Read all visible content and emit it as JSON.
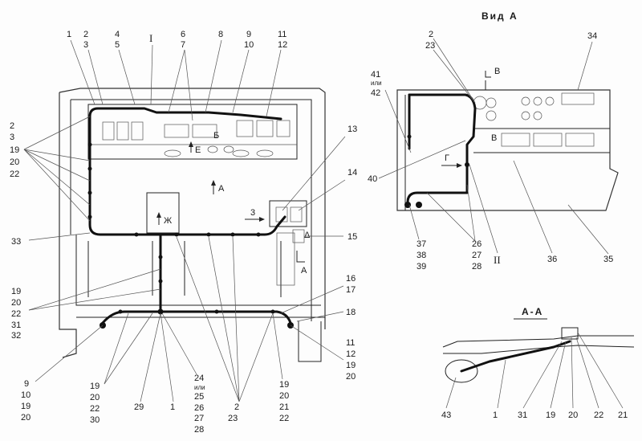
{
  "view_a": {
    "title": "Вид А"
  },
  "section_aa": {
    "title": "А-А"
  },
  "arrows": {
    "a_main": "А",
    "b": "Б",
    "e": "Е",
    "zh": "Ж",
    "three": "3",
    "delta": "Δ",
    "a_cut": "А",
    "v": "В",
    "v2": "В",
    "g": "Г"
  },
  "roman": {
    "one_top": "I",
    "two_view": "II"
  },
  "callouts": {
    "c1": "1",
    "c2_3": [
      "2",
      "3"
    ],
    "c4_5": [
      "4",
      "5"
    ],
    "c6_7": [
      "6",
      "7"
    ],
    "c8": "8",
    "c9_10": [
      "9",
      "10"
    ],
    "c11_12": [
      "11",
      "12"
    ],
    "left_stack": [
      "2",
      "3",
      "19",
      "20",
      "22"
    ],
    "c33": "33",
    "left_low": [
      "19",
      "20",
      "22",
      "31",
      "32"
    ],
    "bl": [
      "9",
      "10",
      "19",
      "20"
    ],
    "b_19_30": [
      "19",
      "20",
      "22",
      "30"
    ],
    "c29": "29",
    "c1b": "1",
    "b_24": [
      "24",
      "или",
      "25",
      "26",
      "27",
      "28"
    ],
    "b_2_23": [
      "2",
      "23"
    ],
    "b_19_22": [
      "19",
      "20",
      "21",
      "22"
    ],
    "c13": "13",
    "c14": "14",
    "c15": "15",
    "c16_17": [
      "16",
      "17"
    ],
    "c18": "18",
    "r_11": [
      "11",
      "12",
      "19",
      "20"
    ],
    "va_2_23": [
      "2",
      "23"
    ],
    "va_34": "34",
    "va_41": [
      "41",
      "или",
      "42"
    ],
    "va_40": "40",
    "va_37": [
      "37",
      "38",
      "39"
    ],
    "va_26": [
      "26",
      "27",
      "28"
    ],
    "va_36": "36",
    "va_35": "35",
    "aa_43": "43",
    "aa_1": "1",
    "aa_31": "31",
    "aa_19": "19",
    "aa_20": "20",
    "aa_22": "22",
    "aa_21": "21"
  }
}
